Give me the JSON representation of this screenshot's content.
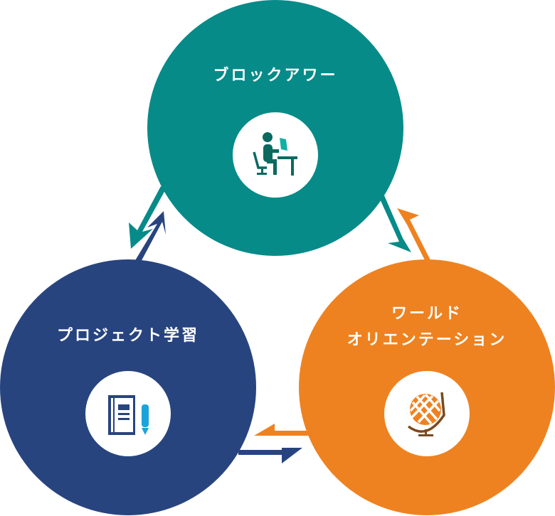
{
  "nodes": [
    {
      "id": "block-hour",
      "label": "ブロックアワー",
      "icon": "person-at-desk-icon",
      "color": "#068B89"
    },
    {
      "id": "project-learning",
      "label": "プロジェクト学習",
      "icon": "notebook-pencil-icon",
      "color": "#28447F"
    },
    {
      "id": "world-orientation",
      "label_line1": "ワールド",
      "label_line2": "オリエンテーション",
      "icon": "globe-icon",
      "color": "#EE8220"
    }
  ],
  "colors": {
    "teal": "#068B89",
    "navy": "#28447F",
    "orange": "#EE8220",
    "brown": "#7A4A1E",
    "cyan": "#1CA3D9",
    "teal_light": "#12AFA4"
  }
}
